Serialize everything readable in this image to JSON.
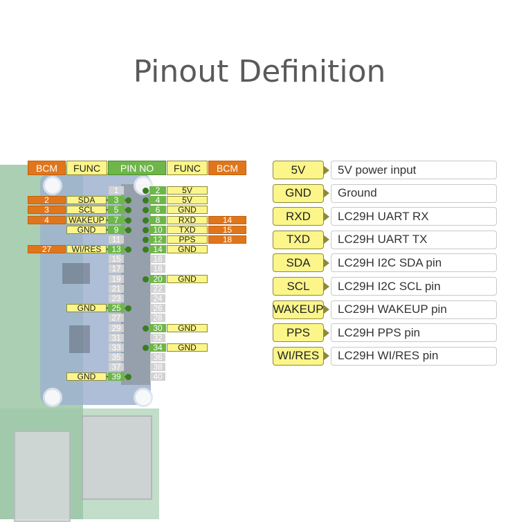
{
  "title": "Pinout Definition",
  "header": {
    "bcm_left": "BCM",
    "func_left": "FUNC",
    "pin_no": "PIN NO",
    "func_right": "FUNC",
    "bcm_right": "BCM"
  },
  "rows": [
    {
      "lpin": "1",
      "rpin": "2",
      "rfunc": "5V"
    },
    {
      "lbcm": "2",
      "lfunc": "SDA",
      "lpin": "3",
      "rpin": "4",
      "rfunc": "5V"
    },
    {
      "lbcm": "3",
      "lfunc": "SCL",
      "lpin": "5",
      "rpin": "6",
      "rfunc": "GND"
    },
    {
      "lbcm": "4",
      "lfunc": "WAKEUP",
      "lpin": "7",
      "rpin": "8",
      "rfunc": "RXD",
      "rbcm": "14"
    },
    {
      "lfunc": "GND",
      "lpin": "9",
      "rpin": "10",
      "rfunc": "TXD",
      "rbcm": "15"
    },
    {
      "lpin": "11",
      "rpin": "12",
      "rfunc": "PPS",
      "rbcm": "18"
    },
    {
      "lbcm": "27",
      "lfunc": "WI/RES",
      "lpin": "13",
      "rpin": "14",
      "rfunc": "GND"
    },
    {
      "lpin": "15",
      "rpin": "16"
    },
    {
      "lpin": "17",
      "rpin": "18"
    },
    {
      "lpin": "19",
      "rpin": "20",
      "rfunc": "GND"
    },
    {
      "lpin": "21",
      "rpin": "22"
    },
    {
      "lpin": "23",
      "rpin": "24"
    },
    {
      "lfunc": "GND",
      "lpin": "25",
      "rpin": "26"
    },
    {
      "lpin": "27",
      "rpin": "28"
    },
    {
      "lpin": "29",
      "rpin": "30",
      "rfunc": "GND"
    },
    {
      "lpin": "31",
      "rpin": "32"
    },
    {
      "lpin": "33",
      "rpin": "34",
      "rfunc": "GND"
    },
    {
      "lpin": "35",
      "rpin": "36"
    },
    {
      "lpin": "37",
      "rpin": "38"
    },
    {
      "lfunc": "GND",
      "lpin": "39",
      "rpin": "40"
    }
  ],
  "legend": [
    {
      "key": "5V",
      "desc": "5V power input"
    },
    {
      "key": "GND",
      "desc": "Ground"
    },
    {
      "key": "RXD",
      "desc": "LC29H UART RX"
    },
    {
      "key": "TXD",
      "desc": "LC29H UART TX"
    },
    {
      "key": "SDA",
      "desc": "LC29H I2C SDA pin"
    },
    {
      "key": "SCL",
      "desc": "LC29H I2C SCL pin"
    },
    {
      "key": "WAKEUP",
      "desc": "LC29H WAKEUP pin"
    },
    {
      "key": "PPS",
      "desc": "LC29H PPS pin"
    },
    {
      "key": "WI/RES",
      "desc": "LC29H WI/RES pin"
    }
  ],
  "colors": {
    "bcm": "#e0761b",
    "func": "#fbf58a",
    "pin_active": "#6fb64a",
    "pin_inactive": "#d2d2d2"
  }
}
